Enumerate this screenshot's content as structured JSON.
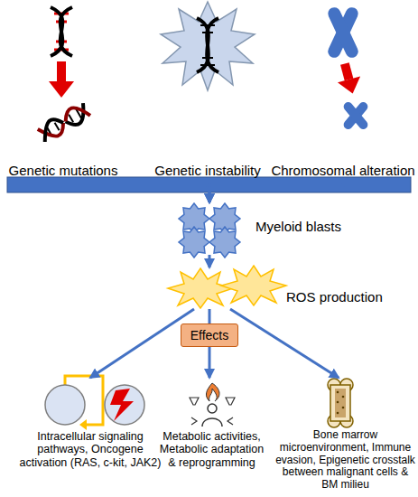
{
  "diagram": {
    "nodes": [
      {
        "text": [
          "Genetic mutations"
        ]
      },
      {
        "text": [
          "Genetic instability"
        ]
      },
      {
        "text": [
          "Chromosomal alteration"
        ]
      },
      {
        "text": [
          "Myeloid blasts"
        ]
      },
      {
        "text": [
          "ROS production"
        ]
      },
      {
        "text": [
          "Effects"
        ]
      },
      {
        "text": [
          "Intracellular signaling pathways, Oncogene activation (RAS, c-kit, JAK2)"
        ]
      },
      {
        "text": [
          "Metabolic activities, Metabolic adaptation & reprogramming"
        ]
      },
      {
        "text": [
          "Bone marrow microenvironment, Immune evasion, Epigenetic crosstalk between malignant cells & BM milieu"
        ]
      }
    ],
    "edges": [
      {
        "from": 0,
        "to": 3,
        "arrow": "to"
      },
      {
        "from": 1,
        "to": 3,
        "arrow": "to"
      },
      {
        "from": 2,
        "to": 3,
        "arrow": "to"
      },
      {
        "from": 3,
        "to": 4,
        "arrow": "to"
      },
      {
        "from": 4,
        "to": 6,
        "arrow": "to"
      },
      {
        "from": 4,
        "to": 5,
        "arrow": "none"
      },
      {
        "from": 5,
        "to": 7,
        "arrow": "to"
      },
      {
        "from": 4,
        "to": 8,
        "arrow": "to"
      }
    ]
  }
}
